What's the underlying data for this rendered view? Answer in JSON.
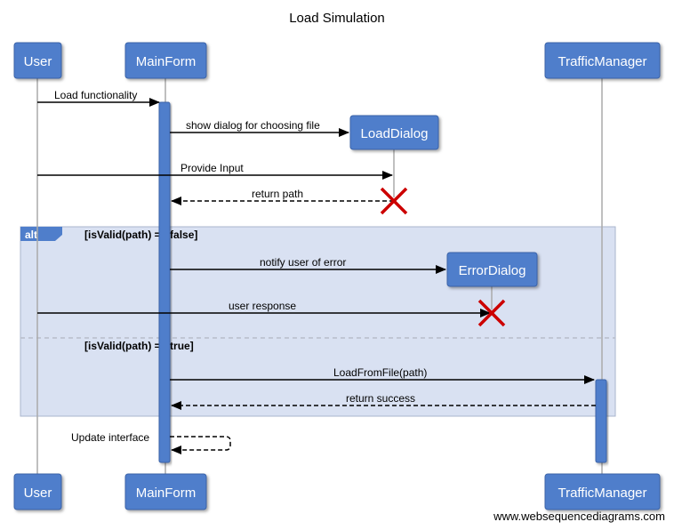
{
  "title": "Load Simulation",
  "participants": {
    "user": "User",
    "mainform": "MainForm",
    "trafficmanager": "TrafficManager",
    "loaddialog": "LoadDialog",
    "errordialog": "ErrorDialog"
  },
  "messages": {
    "load_functionality": "Load functionality",
    "show_dialog": "show dialog for choosing file",
    "provide_input": "Provide Input",
    "return_path": "return path",
    "notify_error": "notify user of error",
    "user_response": "user response",
    "load_from_file": "LoadFromFile(path)",
    "return_success": "return success",
    "update_interface": "Update interface"
  },
  "alt_fragment": {
    "label": "alt",
    "guard_false": "[isValid(path) == false]",
    "guard_true": "[isValid(path) == true]"
  },
  "colors": {
    "participant_fill": "#4f7ecb",
    "fragment_fill": "#d9e1f2",
    "destroy_mark": "#cc0000"
  },
  "footer": "www.websequencediagrams.com"
}
